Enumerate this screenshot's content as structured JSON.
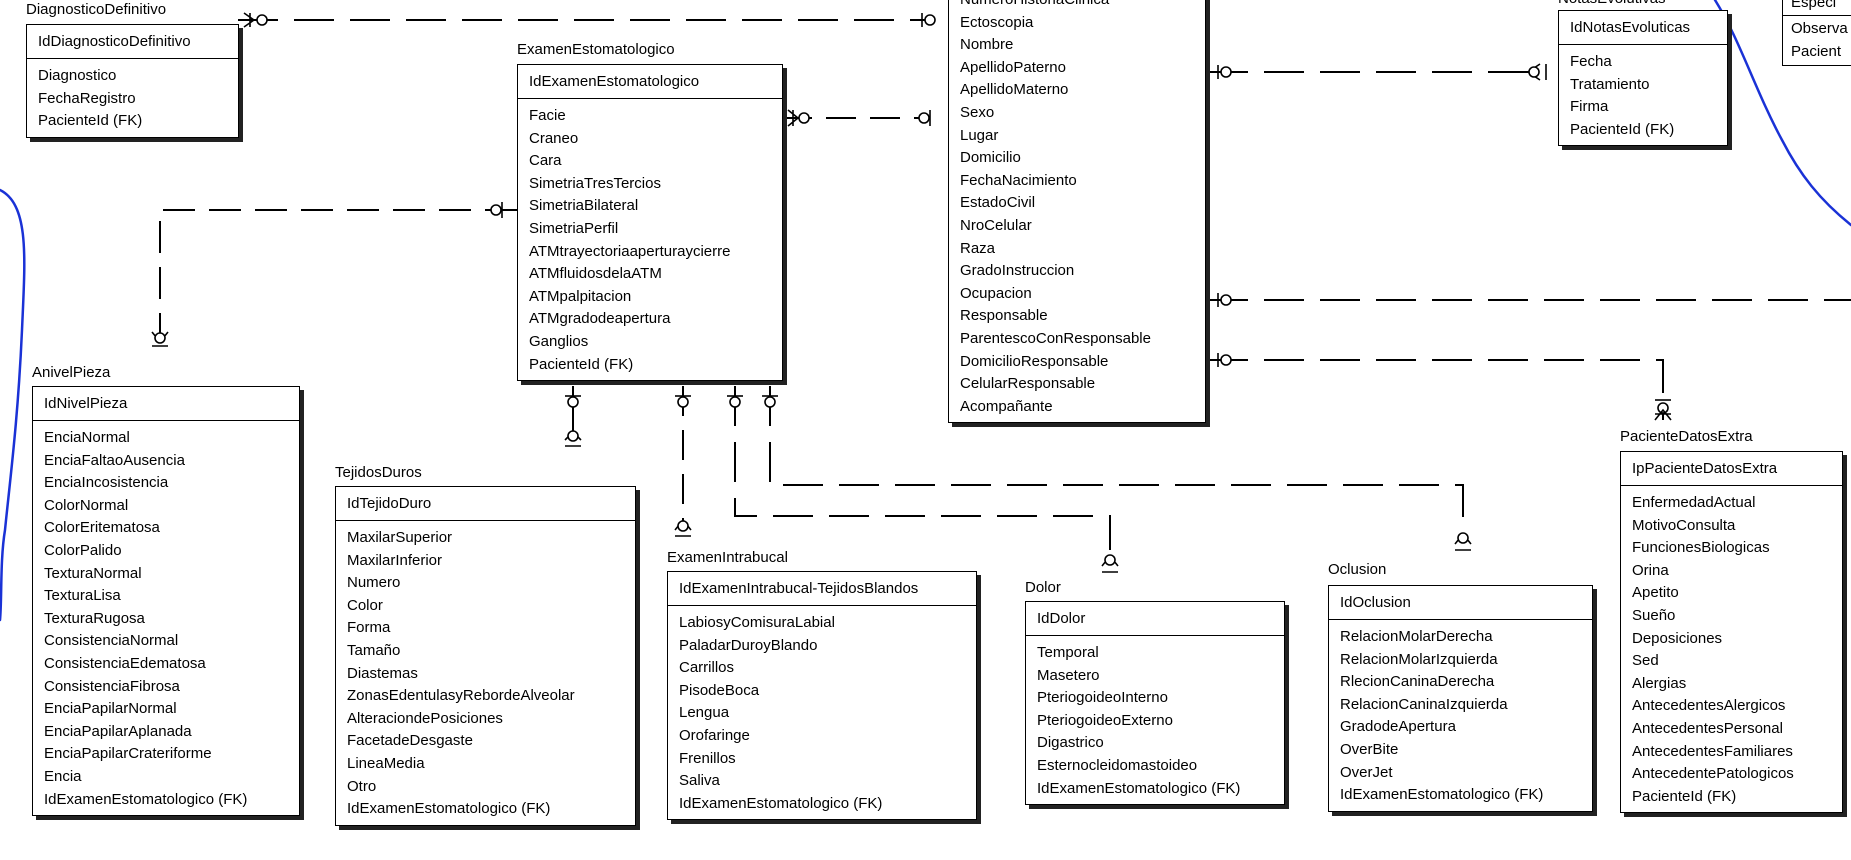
{
  "entities": {
    "diagnostico": {
      "title": "DiagnosticoDefinitivo",
      "pk": "IdDiagnosticoDefinitivo",
      "attributes": [
        "Diagnostico",
        "FechaRegistro",
        "PacienteId (FK)"
      ]
    },
    "examenEstomatologico": {
      "title": "ExamenEstomatologico",
      "pk": "IdExamenEstomatologico",
      "attributes": [
        "Facie",
        "Craneo",
        "Cara",
        "SimetriaTresTercios",
        "SimetriaBilateral",
        "SimetriaPerfil",
        "ATMtrayectoriaaperturaycierre",
        "ATMfluidosdelaATM",
        "ATMpalpitacion",
        "ATMgradodeapertura",
        "Ganglios",
        "PacienteId (FK)"
      ]
    },
    "historiaClinica": {
      "attributes": [
        "NumeroHistoriaClinica",
        "Ectoscopia",
        "Nombre",
        "ApellidoPaterno",
        "ApellidoMaterno",
        "Sexo",
        "Lugar",
        "Domicilio",
        "FechaNacimiento",
        "EstadoCivil",
        "NroCelular",
        "Raza",
        "GradoInstruccion",
        "Ocupacion",
        "Responsable",
        "ParentescoConResponsable",
        "DomicilioResponsable",
        "CelularResponsable",
        "Acompañante"
      ]
    },
    "notasEvolutivas": {
      "title": "NotasEvolutivas",
      "pk": "IdNotasEvoluticas",
      "attributes": [
        "Fecha",
        "Tratamiento",
        "Firma",
        "PacienteId (FK)"
      ]
    },
    "especialista": {
      "pk": "Especi",
      "attributes": [
        "Observa",
        "Pacient"
      ]
    },
    "anivelPieza": {
      "title": "AnivelPieza",
      "pk": "IdNivelPieza",
      "attributes": [
        "EnciaNormal",
        "EnciaFaltaoAusencia",
        "EnciaIncosistencia",
        "ColorNormal",
        "ColorEritematosa",
        "ColorPalido",
        "TexturaNormal",
        "TexturaLisa",
        "TexturaRugosa",
        "ConsistenciaNormal",
        "ConsistenciaEdematosa",
        "ConsistenciaFibrosa",
        "EnciaPapilarNormal",
        "EnciaPapilarAplanada",
        "EnciaPapilarCrateriforme",
        "Encia",
        "IdExamenEstomatologico (FK)"
      ]
    },
    "tejidosDuros": {
      "title": "TejidosDuros",
      "pk": "IdTejidoDuro",
      "attributes": [
        "MaxilarSuperior",
        "MaxilarInferior",
        "Numero",
        "Color",
        "Forma",
        "Tamaño",
        "Diastemas",
        "ZonasEdentulasyRebordeAlveolar",
        "AlteraciondePosiciones",
        "FacetadeDesgaste",
        "LineaMedia",
        "Otro",
        "IdExamenEstomatologico (FK)"
      ]
    },
    "examenIntrabucal": {
      "title": "ExamenIntrabucal",
      "pk": "IdExamenIntrabucal-TejidosBlandos",
      "attributes": [
        "LabiosyComisuraLabial",
        "PaladarDuroyBlando",
        "Carrillos",
        "PisodeBoca",
        "Lengua",
        "Orofaringe",
        "Frenillos",
        "Saliva",
        "IdExamenEstomatologico (FK)"
      ]
    },
    "dolor": {
      "title": "Dolor",
      "pk": "IdDolor",
      "attributes": [
        "Temporal",
        "Masetero",
        "PteriogoideoInterno",
        "PteriogoideoExterno",
        "Digastrico",
        "Esternocleidomastoideo",
        "IdExamenEstomatologico (FK)"
      ]
    },
    "oclusion": {
      "title": "Oclusion",
      "pk": "IdOclusion",
      "attributes": [
        "RelacionMolarDerecha",
        "RelacionMolarIzquierda",
        "RlecionCaninaDerecha",
        "RelacionCaninaIzquierda",
        "GradodeApertura",
        "OverBite",
        "OverJet",
        "IdExamenEstomatologico (FK)"
      ]
    },
    "pacienteDatosExtra": {
      "title": "PacienteDatosExtra",
      "pk": "IpPacienteDatosExtra",
      "attributes": [
        "EnfermedadActual",
        "MotivoConsulta",
        "FuncionesBiologicas",
        "Orina",
        "Apetito",
        "Sueño",
        "Deposiciones",
        "Sed",
        "Alergias",
        "AntecedentesAlergicos",
        "AntecedentesPersonal",
        "AntecedentesFamiliares",
        "AntecedentePatologicos",
        "PacienteId (FK)"
      ]
    }
  },
  "colors": {
    "line": "#000000",
    "shadow": "#222222",
    "annotation": "#1a32d6"
  }
}
